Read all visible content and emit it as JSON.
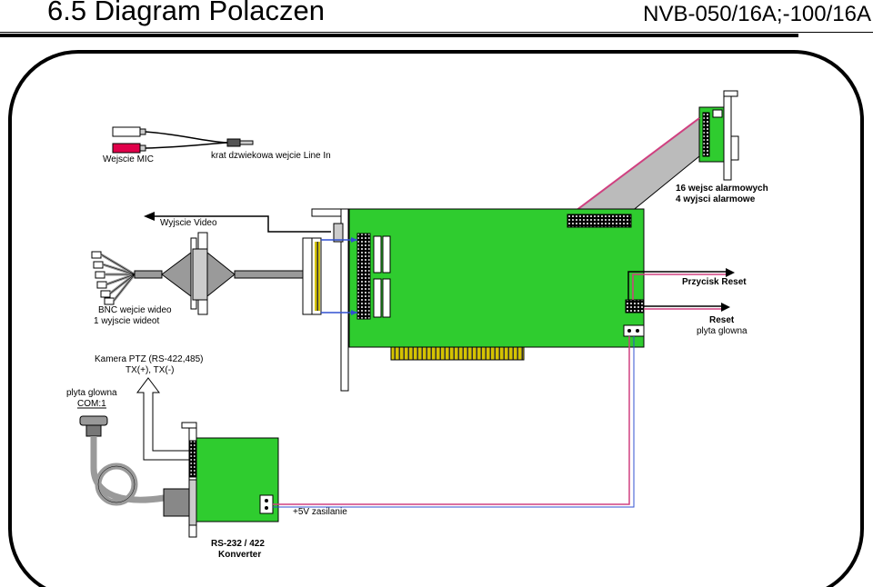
{
  "header": {
    "title": "6.5 Diagram Polaczen",
    "model": "NVB-050/16A;-100/16A"
  },
  "labels": {
    "mic_in": "Wejscie MIC",
    "line_in": "krat dzwiekowa wejcie  Line In",
    "video_out": "Wyjscie Video",
    "alarms_line1": "16 wejsc alarmowych",
    "alarms_line2": "4 wyjsci alarmowe",
    "reset_button": "Przycisk Reset",
    "bnc_line1": "BNC wejcie wideo",
    "bnc_line2": "1 wyjscie wideot",
    "reset_line1": "Reset",
    "reset_line2": "plyta glowna",
    "ptz_line1": "Kamera PTZ  (RS-422,485)",
    "ptz_line2": "TX(+), TX(-)",
    "com_line1": "plyta glowna",
    "com_line2": "COM:1",
    "power": "+5V zasilanie",
    "converter_line1": "RS-232 / 422",
    "converter_line2": "Konverter"
  },
  "colors": {
    "board_green": "#2fcc2f",
    "cable_gray": "#9a9a9a",
    "mic_red": "#e0004a",
    "wire_pink": "#d04080",
    "wire_blue": "#3050d0",
    "border": "#000000"
  }
}
